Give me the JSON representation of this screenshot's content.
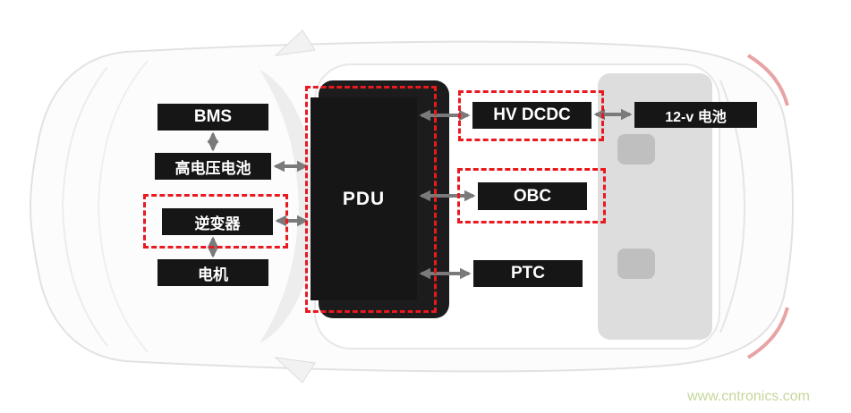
{
  "nodes": {
    "bms": {
      "label": "BMS"
    },
    "hv_battery": {
      "label": "高电压电池"
    },
    "inverter": {
      "label": "逆变器"
    },
    "motor": {
      "label": "电机"
    },
    "pdu": {
      "label": "PDU"
    },
    "hv_dcdc": {
      "label": "HV DCDC"
    },
    "battery_12v": {
      "label": "12-v 电池"
    },
    "obc": {
      "label": "OBC"
    },
    "ptc": {
      "label": "PTC"
    }
  },
  "connections": [
    {
      "from": "bms",
      "to": "hv_battery",
      "type": "bidirectional"
    },
    {
      "from": "hv_battery",
      "to": "pdu",
      "type": "bidirectional"
    },
    {
      "from": "inverter",
      "to": "pdu",
      "type": "bidirectional"
    },
    {
      "from": "inverter",
      "to": "motor",
      "type": "bidirectional"
    },
    {
      "from": "pdu",
      "to": "hv_dcdc",
      "type": "bidirectional"
    },
    {
      "from": "hv_dcdc",
      "to": "battery_12v",
      "type": "bidirectional"
    },
    {
      "from": "pdu",
      "to": "obc",
      "type": "bidirectional"
    },
    {
      "from": "pdu",
      "to": "ptc",
      "type": "bidirectional"
    }
  ],
  "highlighted_nodes": [
    "pdu",
    "inverter",
    "hv_dcdc",
    "obc"
  ],
  "watermark": "www.cntronics.com",
  "colors": {
    "node_bg": "#161616",
    "node_text": "#ffffff",
    "highlight_border": "#e8191f",
    "arrow": "#7a7a7a",
    "watermark": "#c4d79b"
  }
}
